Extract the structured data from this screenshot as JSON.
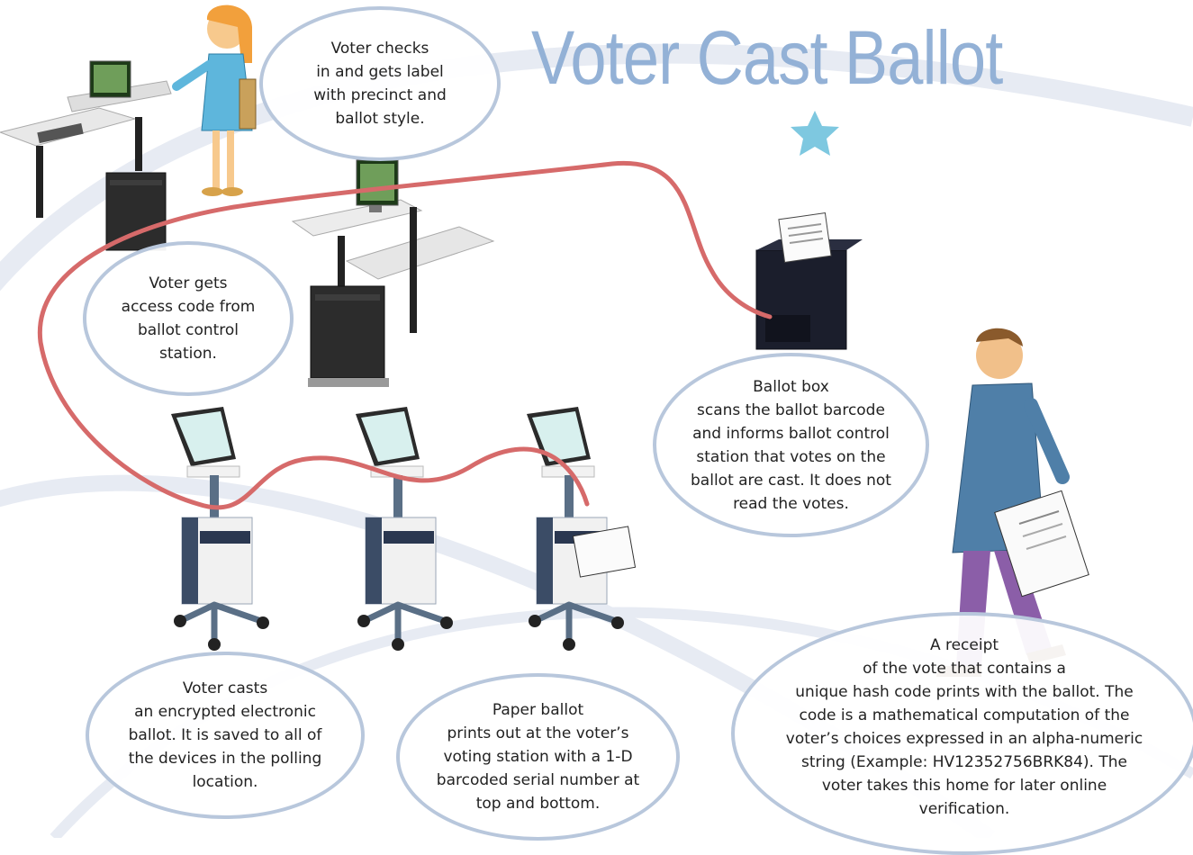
{
  "title": "Voter Cast Ballot",
  "colors": {
    "title": "#93b1d6",
    "path": "#d66a6a",
    "callout_border": "#b8c7dc",
    "star": "#7ec8e0",
    "swoosh": "#e7ebf3"
  },
  "steps": [
    {
      "text": "Voter checks\nin and gets label\nwith precinct and\nballot style."
    },
    {
      "text": "Voter gets\naccess code from\nballot control\nstation."
    },
    {
      "text": "Ballot box\nscans the ballot barcode\nand informs ballot control\nstation that votes on the\nballot are cast. It does not\nread the votes."
    },
    {
      "text": "Voter casts\nan encrypted electronic\nballot. It is saved to all of\nthe devices in the polling\nlocation."
    },
    {
      "text": "Paper ballot\nprints out at the voter’s\nvoting station with a 1-D\nbarcoded serial number at\ntop and bottom."
    },
    {
      "text": "A receipt\nof the vote that contains a\nunique hash code prints with the ballot. The\ncode is a mathematical computation of the\nvoter’s choices expressed in an alpha-numeric\nstring (Example: HV12352756BRK84). The\nvoter takes this home for later online\nverification."
    }
  ]
}
